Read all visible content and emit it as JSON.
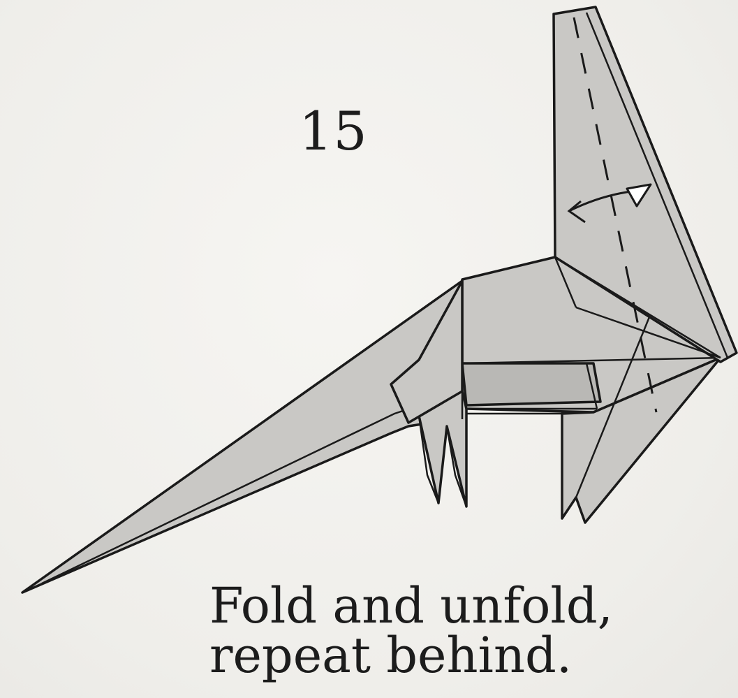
{
  "step": {
    "number": "15"
  },
  "instruction": {
    "line1": "Fold and unfold,",
    "line2": "repeat behind."
  },
  "colors": {
    "background": "#f3f2ef",
    "paper": "#c9c8c5",
    "line": "#1a1a1a"
  }
}
